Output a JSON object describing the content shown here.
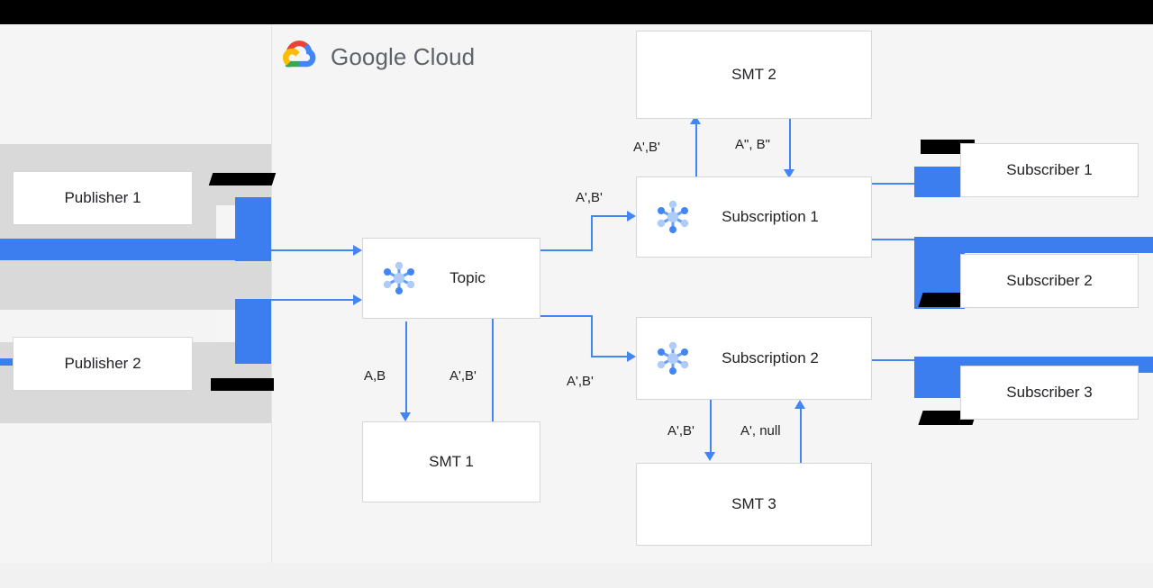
{
  "page": {
    "title": "Google Cloud Pub/Sub single message transforms architecture diagram",
    "background_color": "#f4f4f4",
    "panel_color": "#f5f5f5",
    "accent_color": "#4285f4",
    "topbar_color": "#000000"
  },
  "brand": {
    "word_google": "Google",
    "word_cloud": "Cloud",
    "logo_colors": {
      "red": "#ea4335",
      "blue": "#4285f4",
      "yellow": "#fbbc04",
      "green": "#34a853"
    },
    "text_color": "#5f6368"
  },
  "nodes": {
    "publisher_1": "Publisher 1",
    "publisher_2": "Publisher 2",
    "topic": "Topic",
    "smt_1": "SMT 1",
    "smt_2": "SMT 2",
    "smt_3": "SMT 3",
    "subscription_1": "Subscription 1",
    "subscription_2": "Subscription 2",
    "subscriber_1": "Subscriber 1",
    "subscriber_2": "Subscriber 2",
    "subscriber_3": "Subscriber 3"
  },
  "edge_labels": {
    "topic_to_smt1": "A,B",
    "smt1_to_topic": "A',B'",
    "topic_to_sub1": "A',B'",
    "topic_to_sub2": "A',B'",
    "sub1_to_smt2": "A',B'",
    "smt2_to_sub1": "A\", B\"",
    "sub2_to_smt3": "A',B'",
    "smt3_to_sub2": "A', null"
  },
  "icons": {
    "pubsub": "pubsub-hub-icon"
  }
}
